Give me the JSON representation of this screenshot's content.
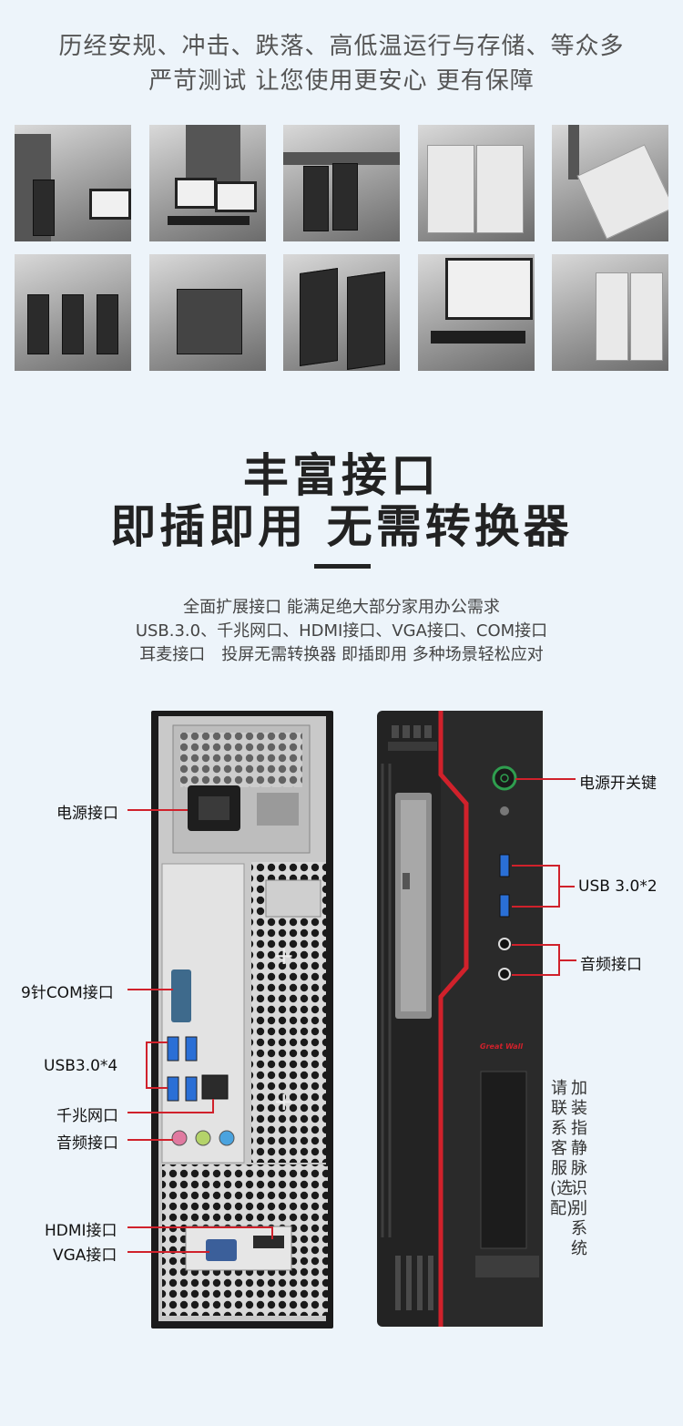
{
  "intro": {
    "line1": "历经安规、冲击、跌落、高低温运行与存储、等众多",
    "line2": "严苛测试 让您使用更安心 更有保障"
  },
  "photos": [
    {
      "scene": "test-lab-equipment"
    },
    {
      "scene": "monitors-test-bench"
    },
    {
      "scene": "drop-test-towers"
    },
    {
      "scene": "packaged-boxes"
    },
    {
      "scene": "box-handling"
    },
    {
      "scene": "climate-chamber-towers"
    },
    {
      "scene": "chamber-unit"
    },
    {
      "scene": "tower-pair"
    },
    {
      "scene": "monitor-keyboard"
    },
    {
      "scene": "stacked-boxes"
    }
  ],
  "headline": {
    "line1": "丰富接口",
    "line2": "即插即用 无需转换器"
  },
  "description": {
    "line1": "全面扩展接口 能满足绝大部分家用办公需求",
    "line2": "USB.3.0、千兆网口、HDMI接口、VGA接口、COM接口",
    "line3": "耳麦接口　投屏无需转换器 即插即用 多种场景轻松应对"
  },
  "rear_labels": {
    "power": "电源接口",
    "com": "9针COM接口",
    "usb": "USB3.0*4",
    "lan": "千兆网口",
    "audio": "音频接口",
    "hdmi": "HDMI接口",
    "vga": "VGA接口"
  },
  "front_labels": {
    "power_button": "电源开关键",
    "usb": "USB 3.0*2",
    "audio": "音频接口"
  },
  "front_brand": "Great Wall",
  "fingerprint_note": {
    "col1": "加装指静脉识别系统",
    "col2": "请联系客服(选配)"
  },
  "colors": {
    "background": "#edf4fa",
    "accent_red": "#d0212b",
    "usb_blue": "#2a6fd6"
  }
}
